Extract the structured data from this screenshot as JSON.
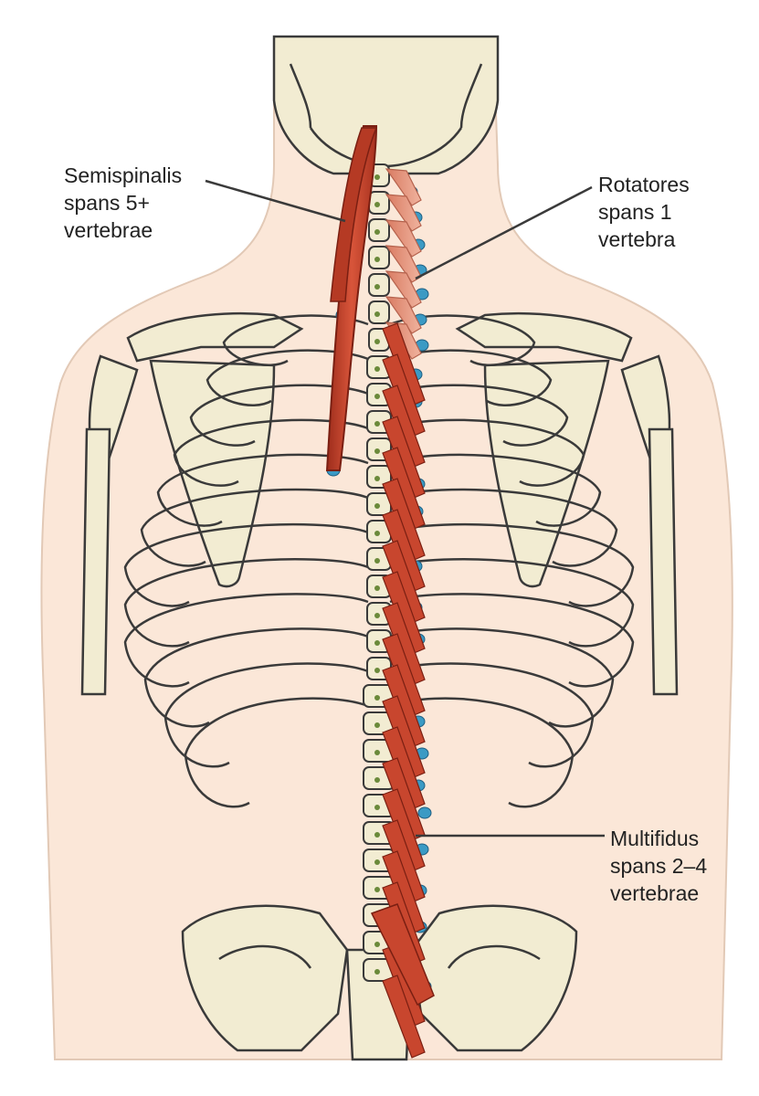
{
  "labels": {
    "semispinalis": [
      "Semispinalis",
      "spans 5+",
      "vertebrae"
    ],
    "rotatores": [
      "Rotatores",
      "spans 1",
      "vertebra"
    ],
    "multifidus": [
      "Multifidus",
      "spans 2–4",
      "vertebrae"
    ]
  },
  "colors": {
    "skin": "#fbe7d8",
    "bone": "#f2ecd2",
    "outline": "#3a3a3a",
    "muscle": "#c8462e",
    "muscle_light": "#e8977e",
    "attachment": "#3b9ac4"
  },
  "icons": [
    "skeleton-figure",
    "vertebral-column",
    "rib-cage",
    "scapula",
    "pelvis",
    "skull"
  ]
}
